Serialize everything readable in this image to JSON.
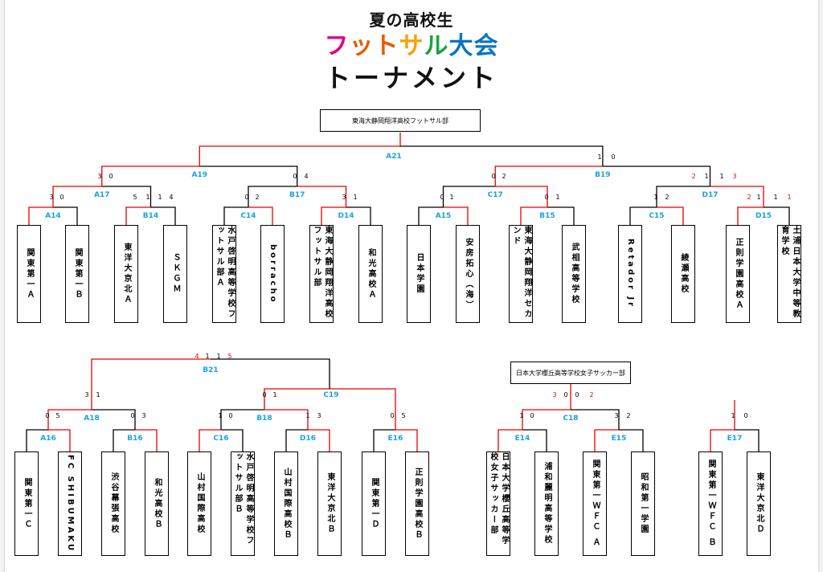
{
  "header": {
    "title_line1": "夏の高校生",
    "title_line2": [
      "フ",
      "ッ",
      "ト",
      "サ",
      "ル",
      "大",
      "会"
    ],
    "title_line3": "トーナメント"
  },
  "colors": {
    "win": "#e60000",
    "line": "#000000",
    "match_label": "#1aa3d9"
  },
  "bracket_top": {
    "champion": "東海大静岡翔洋高校フットサル部",
    "teams": [
      "関東第一Ａ",
      "関東第一Ｂ",
      "東洋大京北Ａ",
      "ＳＫＧＭ",
      "水戸啓明高等学校フットサル部Ａ",
      "borracho",
      "東海大静岡翔洋高校フットサル部",
      "和光高校Ａ",
      "日本学園",
      "安房拓心（海）",
      "東海大静岡翔洋セカンド",
      "武相高等学校",
      "Retador Jr",
      "綾瀬高校",
      "正則学園高校Ａ",
      "土浦日本大学中等教育学校"
    ],
    "matches": [
      {
        "id": "A14",
        "score": "3 0"
      },
      {
        "id": "B14",
        "score": "1 4"
      },
      {
        "id": "C14",
        "score": "0 2"
      },
      {
        "id": "D14",
        "score": "3 1"
      },
      {
        "id": "A15",
        "score": "0 1"
      },
      {
        "id": "B15",
        "score": "0 1"
      },
      {
        "id": "C15",
        "score": "1 2"
      },
      {
        "id": "D15",
        "score": "1 1"
      },
      {
        "id": "A17",
        "score": "5 1"
      },
      {
        "id": "B17",
        "score": "0 4"
      },
      {
        "id": "C17",
        "score": "0 2"
      },
      {
        "id": "D17",
        "score": "1 1"
      },
      {
        "id": "A19",
        "score": "3 0"
      },
      {
        "id": "B19",
        "score": "1 0"
      },
      {
        "id": "A21",
        "score": ""
      }
    ],
    "pk": {
      "D17": [
        "2",
        "3"
      ],
      "D15": [
        "2",
        "1"
      ]
    }
  },
  "bracket_boys2": {
    "teams": [
      "関東第一Ｃ",
      "FC SHIBUMAKU",
      "渋谷幕張高校",
      "和光高校Ｂ",
      "山村国際高校",
      "水戸啓明高等学校フットサル部Ｂ",
      "山村国際高校Ｂ",
      "東洋大京北Ｂ",
      "関東第一Ｄ",
      "正則学園高校Ｂ"
    ],
    "matches": [
      {
        "id": "A16",
        "score": ""
      },
      {
        "id": "B16",
        "score": ""
      },
      {
        "id": "C16",
        "score": ""
      },
      {
        "id": "D16",
        "score": ""
      },
      {
        "id": "E16",
        "score": ""
      },
      {
        "id": "A18",
        "score": "0 5"
      },
      {
        "id": "B18",
        "score": "1 0"
      },
      {
        "id": "C19",
        "score": "0 1"
      },
      {
        "id": "B21",
        "score": "1 1"
      }
    ],
    "extra_scores": {
      "A18_right": "0 3",
      "C19_up": "3 1",
      "B18_right": "1 3",
      "E16": "0 5",
      "B21_pk": [
        "4",
        "5"
      ]
    }
  },
  "bracket_girls": {
    "champion": "日本大学櫻丘高等学校女子サッカー部",
    "teams": [
      "日本大学櫻丘高等学校女子サッカー部",
      "浦和麗明高等学校",
      "関東第一ＷＦＣ Ａ",
      "昭和第一学園",
      "関東第一ＷＦＣ Ｂ",
      "東洋大京北Ｄ"
    ],
    "matches": [
      {
        "id": "E14",
        "score": ""
      },
      {
        "id": "E15",
        "score": "3 2"
      },
      {
        "id": "C18",
        "score": "1 0"
      },
      {
        "id": "E17",
        "score": "1 0"
      }
    ],
    "pk": {
      "C18": [
        "3",
        "2"
      ]
    }
  }
}
